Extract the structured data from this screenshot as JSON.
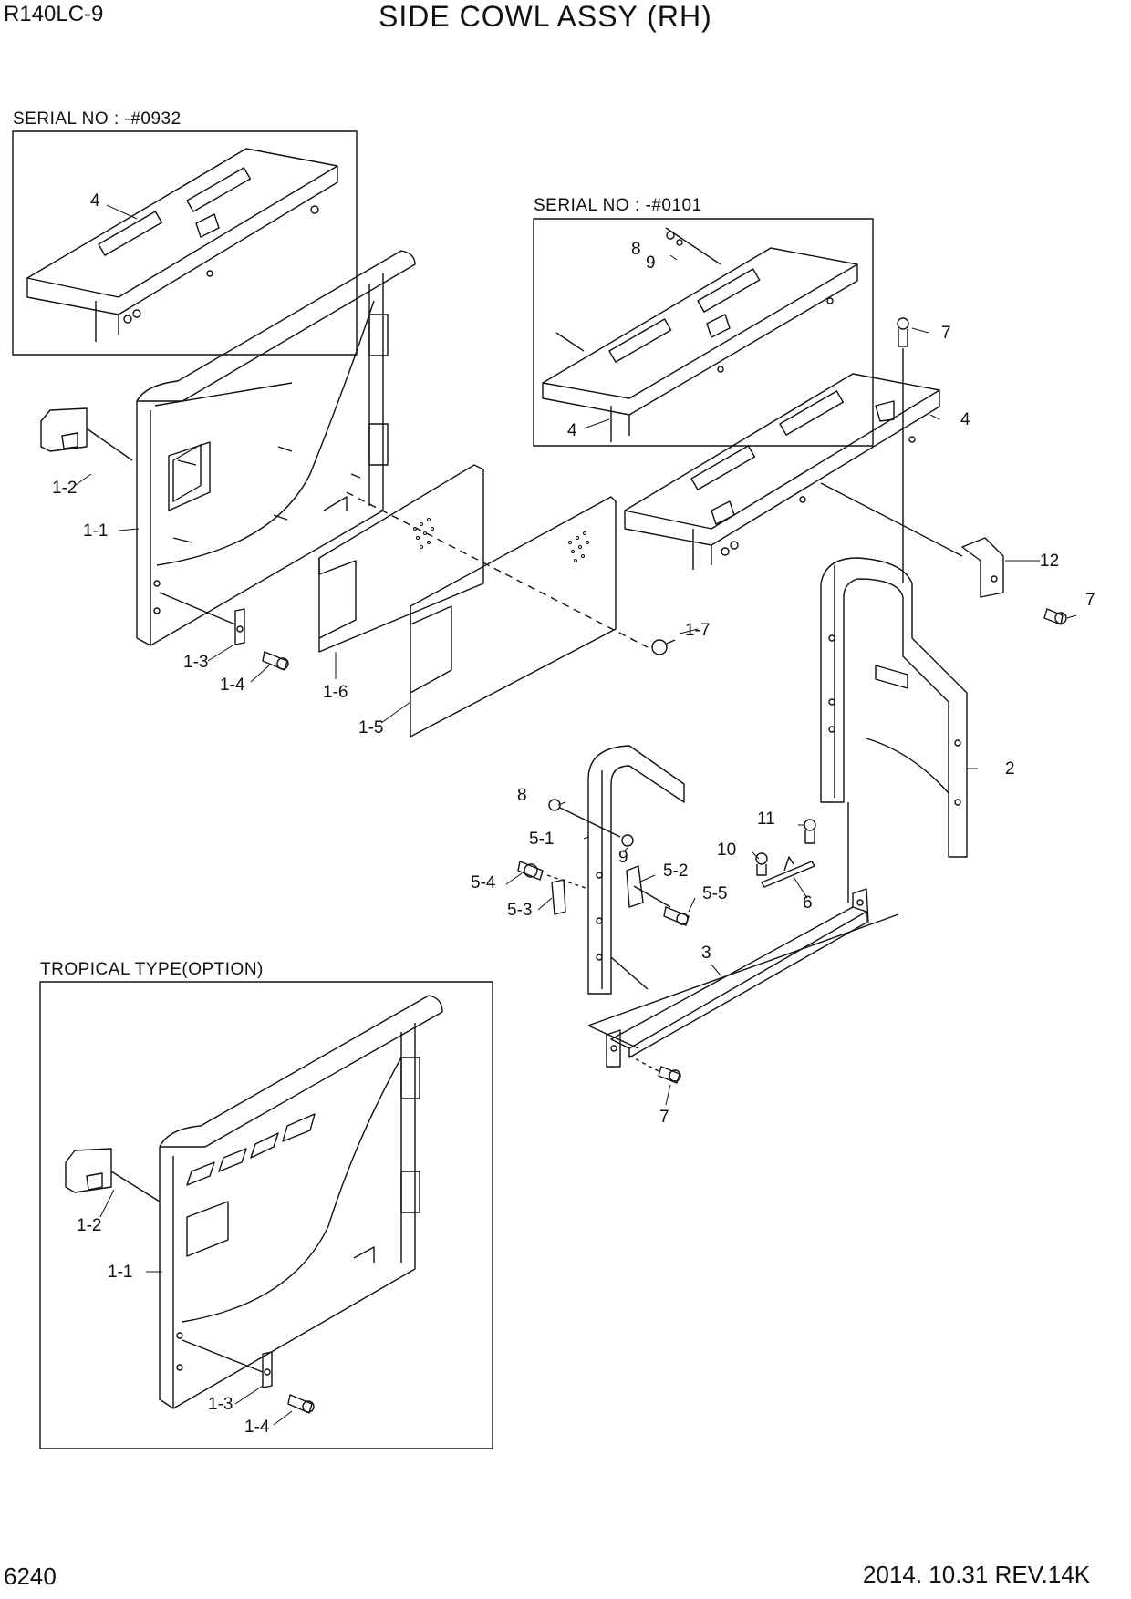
{
  "header": {
    "model": "R140LC-9",
    "title": "SIDE COWL ASSY (RH)"
  },
  "footer": {
    "page_number": "6240",
    "revision": "2014. 10.31  REV.14K"
  },
  "sections": {
    "serial_0932": "SERIAL NO : -#0932",
    "serial_0101": "SERIAL NO : -#0101",
    "tropical": "TROPICAL TYPE(OPTION)"
  },
  "callouts": {
    "c4a": "4",
    "c1_2a": "1-2",
    "c1_1a": "1-1",
    "c1_3a": "1-3",
    "c1_4a": "1-4",
    "c1_6": "1-6",
    "c1_5": "1-5",
    "c1_7": "1-7",
    "c8a": "8",
    "c9a": "9",
    "c4b": "4",
    "c7a": "7",
    "c4c": "4",
    "c12": "12",
    "c7b": "7",
    "c2": "2",
    "c8b": "8",
    "c5_1": "5-1",
    "c9b": "9",
    "c5_4": "5-4",
    "c5_2": "5-2",
    "c5_3": "5-3",
    "c5_5": "5-5",
    "c11": "11",
    "c10": "10",
    "c6": "6",
    "c3": "3",
    "c7c": "7",
    "c1_2b": "1-2",
    "c1_1b": "1-1",
    "c1_3b": "1-3",
    "c1_4b": "1-4"
  }
}
